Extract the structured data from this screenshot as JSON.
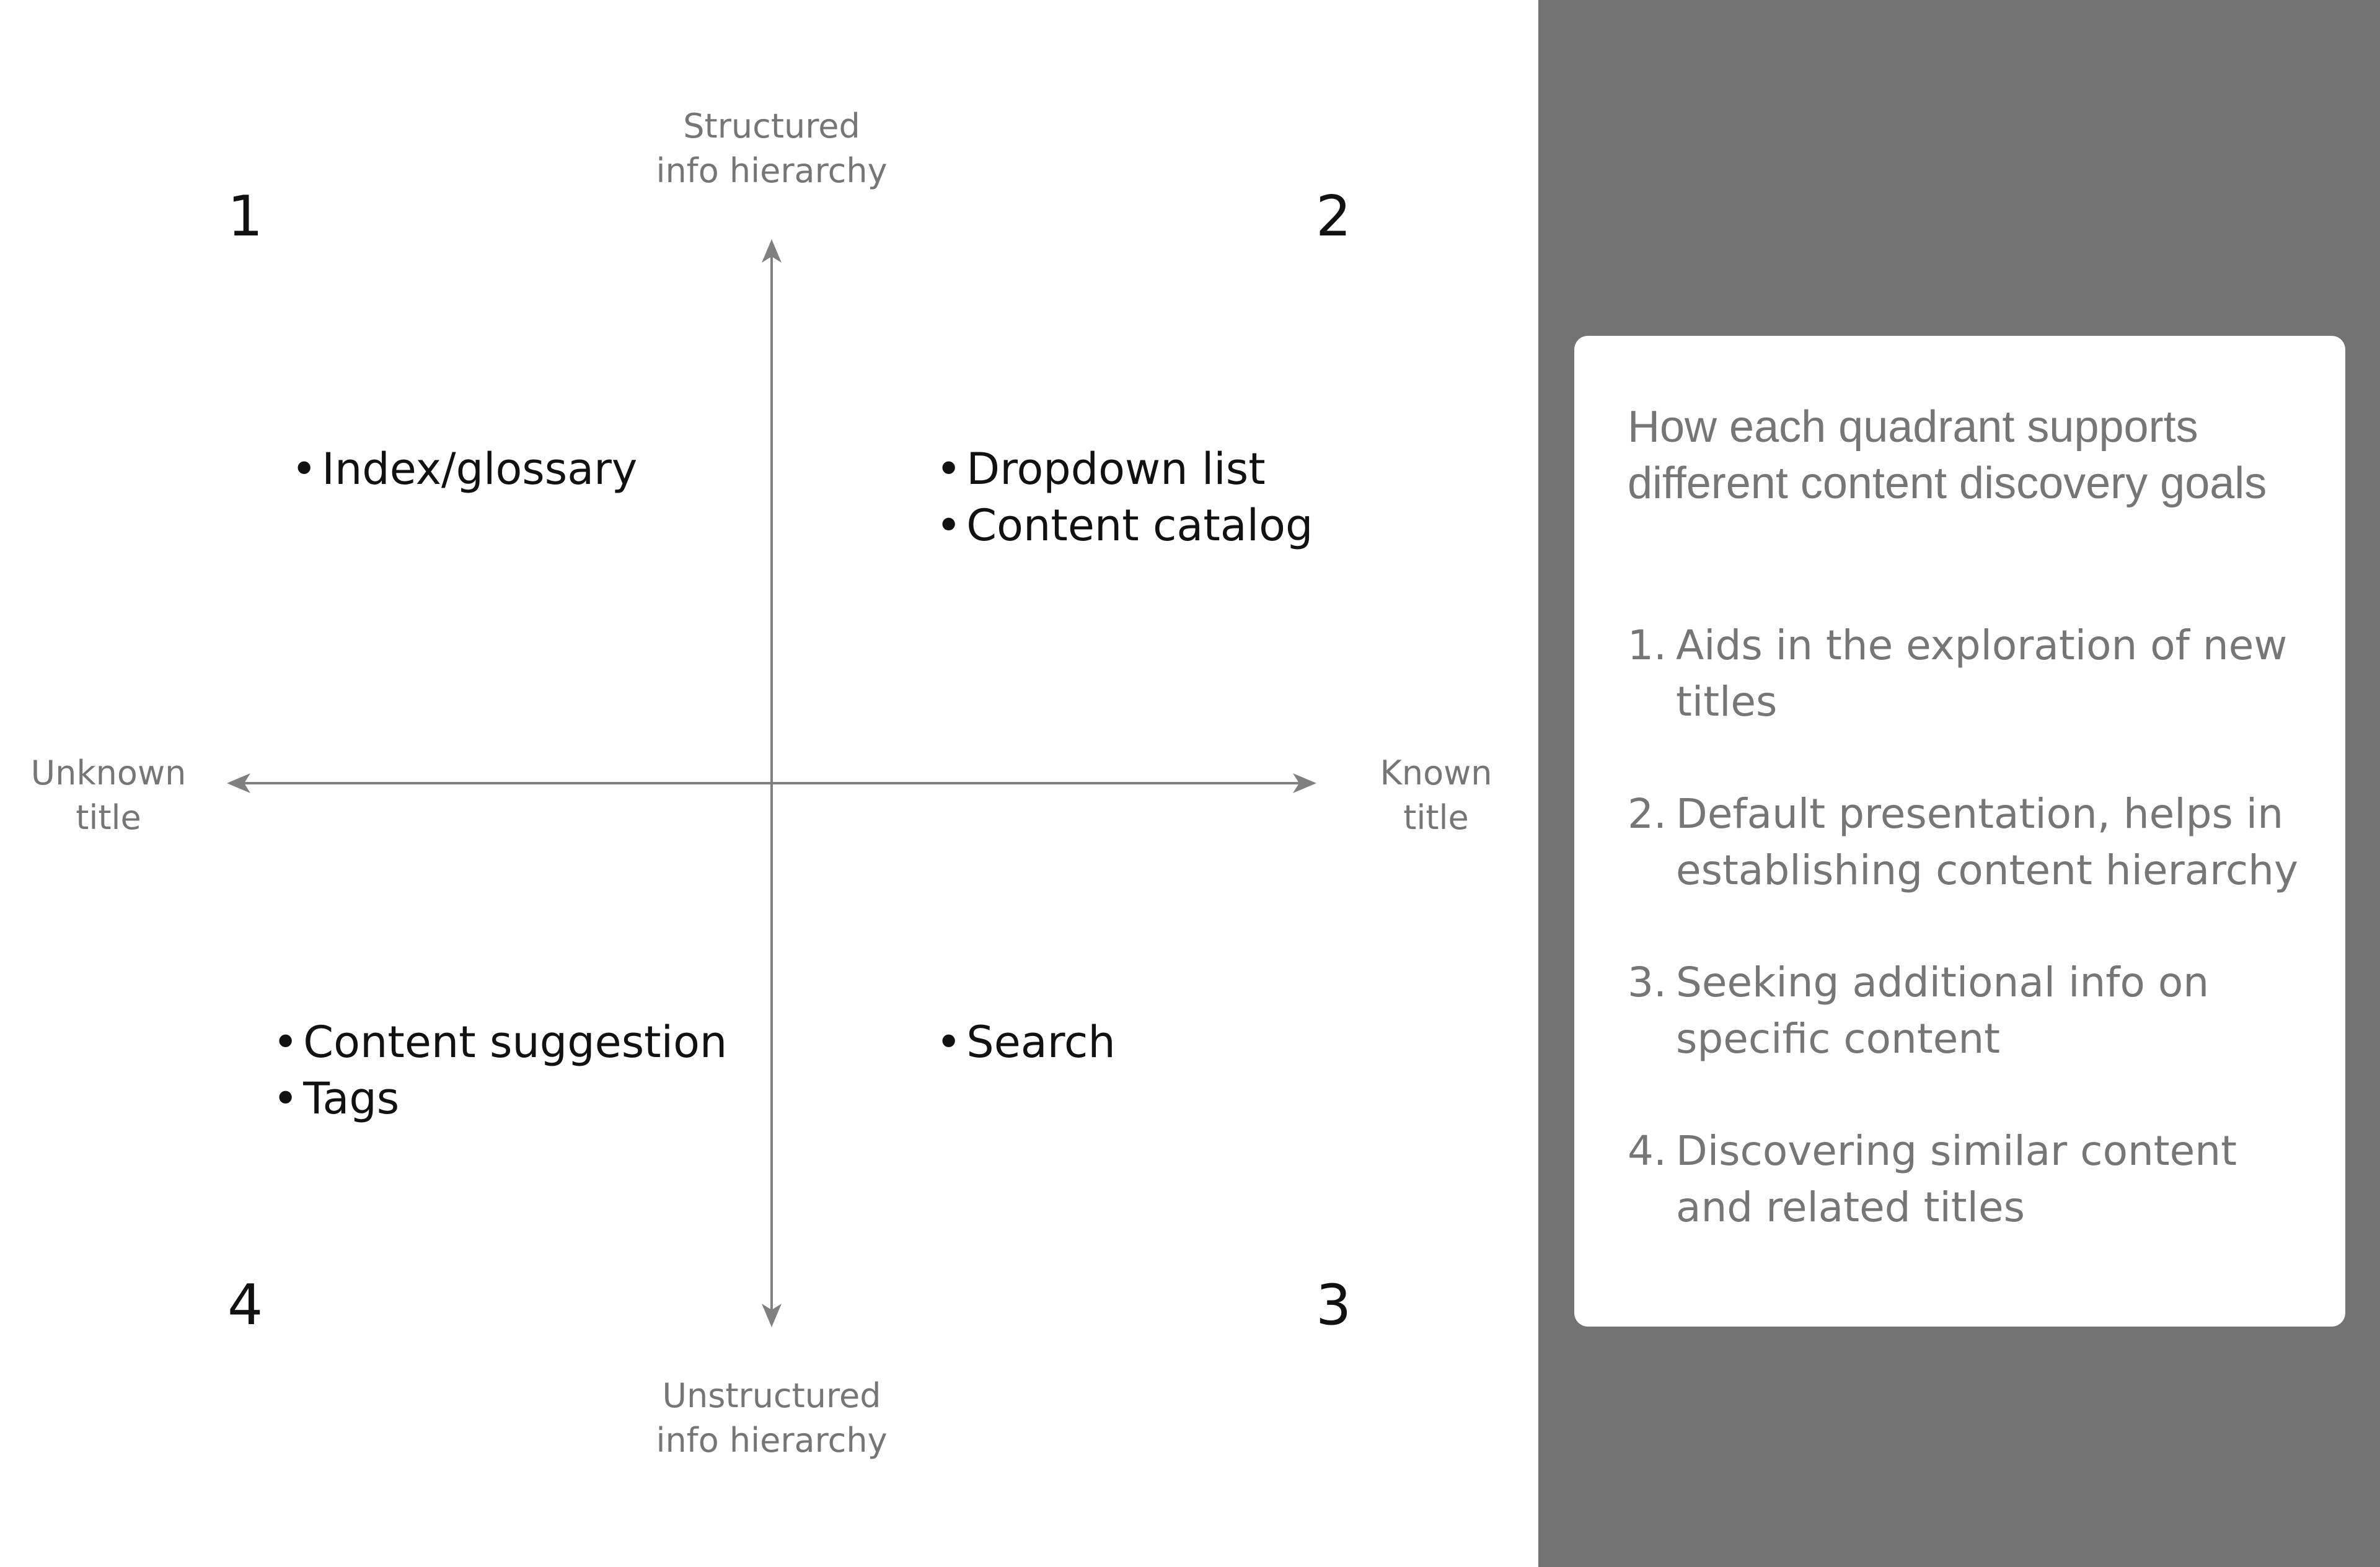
{
  "axes": {
    "top": "Structured\ninfo hierarchy",
    "bottom": "Unstructured\ninfo hierarchy",
    "left": "Unknown\ntitle",
    "right": "Known\ntitle"
  },
  "quadrants": [
    {
      "number": "1",
      "items": [
        "Index/glossary"
      ]
    },
    {
      "number": "2",
      "items": [
        "Dropdown list",
        "Content catalog"
      ]
    },
    {
      "number": "3",
      "items": [
        "Search"
      ]
    },
    {
      "number": "4",
      "items": [
        "Content suggestion",
        "Tags"
      ]
    }
  ],
  "panel": {
    "title": "How each quadrant supports different content discovery goals",
    "goals": [
      {
        "num": "1.",
        "text": "Aids in the exploration of new titles"
      },
      {
        "num": "2.",
        "text": "Default presentation, helps in establishing content hierarchy"
      },
      {
        "num": "3.",
        "text": "Seeking additional info on specific content"
      },
      {
        "num": "4.",
        "text": "Discovering similar content and related titles"
      }
    ]
  },
  "colors": {
    "axis": "#808080",
    "panel_bg": "#737373",
    "card_bg": "#ffffff",
    "muted_text": "#767676",
    "text": "#111111"
  }
}
